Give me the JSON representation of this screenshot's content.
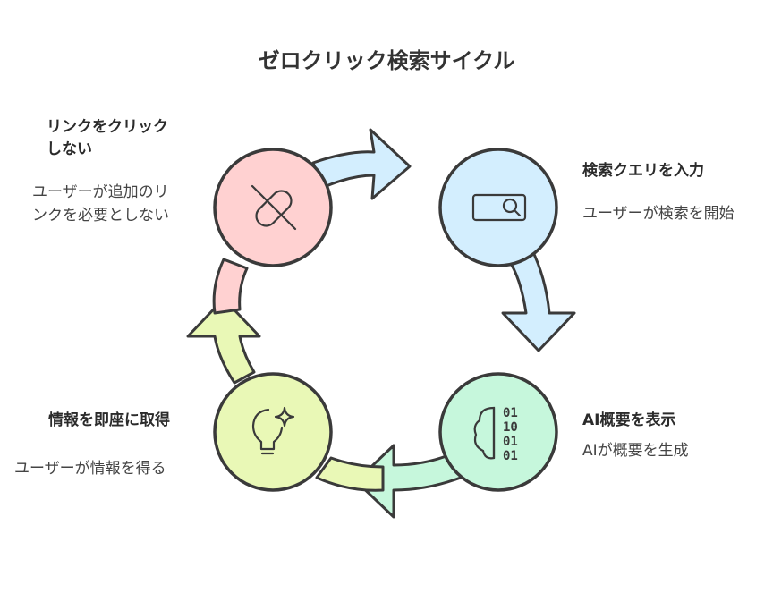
{
  "title": "ゼロクリック検索サイクル",
  "steps": [
    {
      "heading_line1": "リンクをクリック",
      "heading_line2": "しない",
      "desc_line1": "ユーザーが追加のリ",
      "desc_line2": "ンクを必要としない",
      "icon": "link-off-icon",
      "color": "#ffd1d1"
    },
    {
      "heading": "検索クエリを入力",
      "desc": "ユーザーが検索を開始",
      "icon": "search-bar-icon",
      "color": "#d3eefe"
    },
    {
      "heading": "AI概要を表示",
      "desc": "AIが概要を生成",
      "icon": "ai-brain-binary-icon",
      "color": "#c6f7dc"
    },
    {
      "heading": "情報を即座に取得",
      "desc": "ユーザーが情報を得る",
      "icon": "lightbulb-sparkle-icon",
      "color": "#e9f8b6"
    }
  ],
  "binary_digits": [
    "01",
    "10",
    "01",
    "01"
  ]
}
